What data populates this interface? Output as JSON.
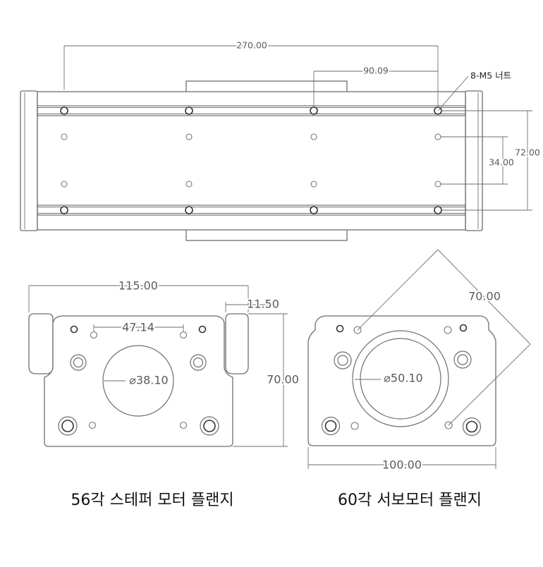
{
  "top_view": {
    "dim_length": "270.00",
    "dim_hole_pitch": "90.09",
    "nut_callout": "8-M5 너트",
    "dim_rail_spacing": "72.00",
    "dim_hole_rows": "34.00"
  },
  "stepper_flange": {
    "dim_width": "115.00",
    "dim_ear": "11.50",
    "dim_hole_pitch": "47.14",
    "dim_bore": "⌀38.10",
    "dim_height": "70.00",
    "caption": "56각 스테퍼 모터 플랜지"
  },
  "servo_flange": {
    "dim_diagonal": "70.00",
    "dim_bore": "⌀50.10",
    "dim_width": "100.00",
    "caption": "60각 서보모터 플랜지"
  },
  "colors": {
    "line": "#6e6e6e",
    "hole": "#333333",
    "dimension_text": "#5a5a5a",
    "caption": "#111111"
  }
}
